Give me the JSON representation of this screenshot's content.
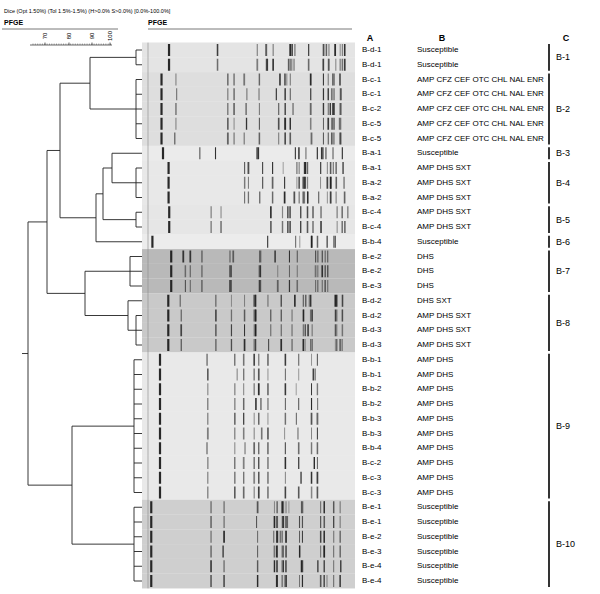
{
  "diagram": {
    "labels": [
      "Dice (Opt 1.50%) (Tol 1.5%-1.5%) (H>0.0% S>0.0%) [0.0%-100.0%]",
      "PFGE",
      "70",
      "80",
      "90",
      "100",
      "PFGE",
      "A",
      "B",
      "C",
      "B-d-1",
      "Susceptible",
      "B-d-1",
      "Susceptible",
      "B-c-1",
      "AMP CFZ CEF OTC CHL NAL ENR",
      "B-c-1",
      "AMP CFZ CEF OTC CHL NAL ENR",
      "B-c-2",
      "AMP CFZ CEF OTC CHL NAL ENR",
      "B-c-5",
      "AMP CFZ CEF OTC CHL NAL ENR",
      "B-c-5",
      "AMP CFZ CEF OTC CHL NAL ENR",
      "B-a-1",
      "Susceptible",
      "B-a-1",
      "AMP DHS SXT",
      "B-a-2",
      "AMP DHS SXT",
      "B-a-2",
      "AMP DHS SXT",
      "B-c-4",
      "AMP DHS SXT",
      "B-c-4",
      "AMP DHS SXT",
      "B-b-4",
      "Susceptible",
      "B-e-2",
      "DHS",
      "B-e-2",
      "DHS",
      "B-e-3",
      "DHS",
      "B-d-2",
      "DHS SXT",
      "B-d-2",
      "AMP DHS SXT",
      "B-d-3",
      "AMP DHS SXT",
      "B-d-3",
      "AMP DHS SXT",
      "B-b-1",
      "AMP DHS",
      "B-b-1",
      "AMP DHS",
      "B-b-2",
      "AMP DHS",
      "B-b-2",
      "AMP DHS",
      "B-b-3",
      "AMP DHS",
      "B-b-3",
      "AMP DHS",
      "B-b-4",
      "AMP DHS",
      "B-c-2",
      "AMP DHS",
      "B-c-3",
      "AMP DHS",
      "B-c-3",
      "AMP DHS",
      "B-e-1",
      "Susceptible",
      "B-e-1",
      "Susceptible",
      "B-e-2",
      "Susceptible",
      "B-e-3",
      "Susceptible",
      "B-e-4",
      "Susceptible",
      "B-e-4",
      "Susceptible",
      "B-1",
      "B-2",
      "B-3",
      "B-4",
      "B-5",
      "B-6",
      "B-7",
      "B-8",
      "B-9",
      "B-10"
    ]
  }
}
